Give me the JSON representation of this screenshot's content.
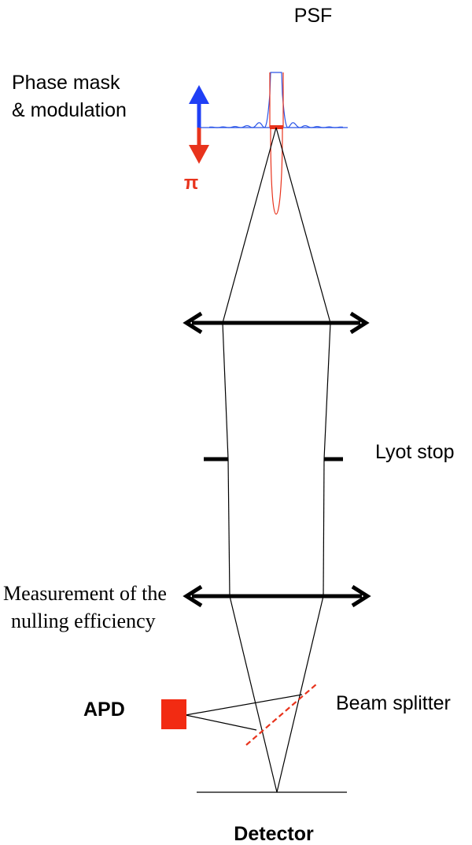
{
  "labels": {
    "psf": "PSF",
    "phase_mask_line1": "Phase mask",
    "phase_mask_line2": "& modulation",
    "pi": "π",
    "lyot_stop": "Lyot stop",
    "measurement_line1": "Measurement of the",
    "measurement_line2": "nulling efficiency",
    "apd": "APD",
    "beam_splitter": "Beam splitter",
    "detector": "Detector"
  },
  "colors": {
    "psf_curve": "#2a55e8",
    "arrow_up": "#1f3ff5",
    "arrow_down": "#e8331c",
    "pi_text": "#e8331c",
    "mask_element": "#e8331c",
    "apd_box": "#f22b12",
    "beam_splitter": "#e8331c"
  }
}
